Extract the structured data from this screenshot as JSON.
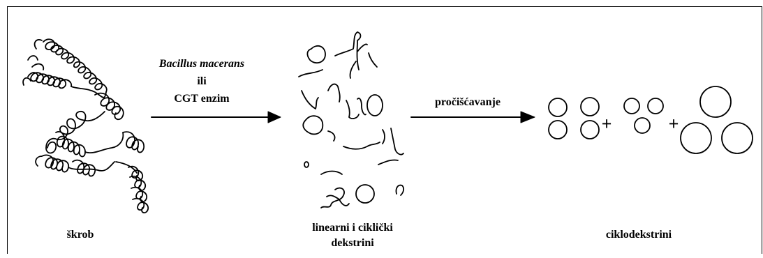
{
  "reaction_step": {
    "organism": "Bacillus macerans",
    "connector": "ili",
    "enzyme": "CGT enzim"
  },
  "purification_step": {
    "label": "pročišćavanje"
  },
  "products": {
    "starch": "škrob",
    "dextrins_line1": "linearni i ciklički",
    "dextrins_line2": "dekstrini",
    "cyclodextrins": "ciklodekstrini"
  },
  "plus_sign": "+",
  "colors": {
    "ink": "#000000",
    "background": "#ffffff"
  }
}
